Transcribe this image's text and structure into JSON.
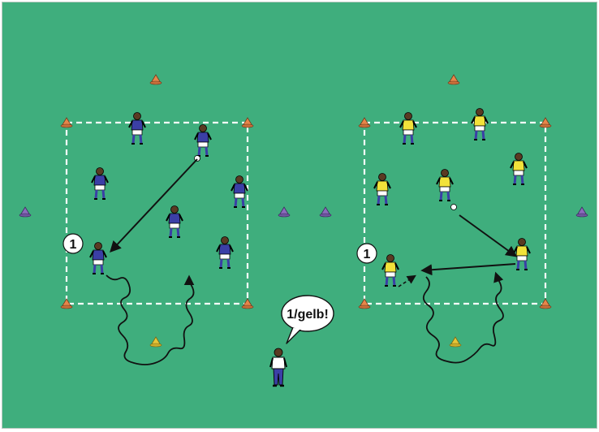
{
  "diagram": {
    "field_color": "#3fae7d",
    "left_area": {
      "team_color": "#3b3fa6",
      "start_marker_label": "1"
    },
    "right_area": {
      "team_color": "#f2e23a",
      "start_marker_label": "1"
    },
    "coach": {
      "speech": "1/gelb!"
    },
    "cone_colors": {
      "orange": "#e7864a",
      "purple": "#8b6bbd",
      "yellow": "#e8c638"
    }
  }
}
